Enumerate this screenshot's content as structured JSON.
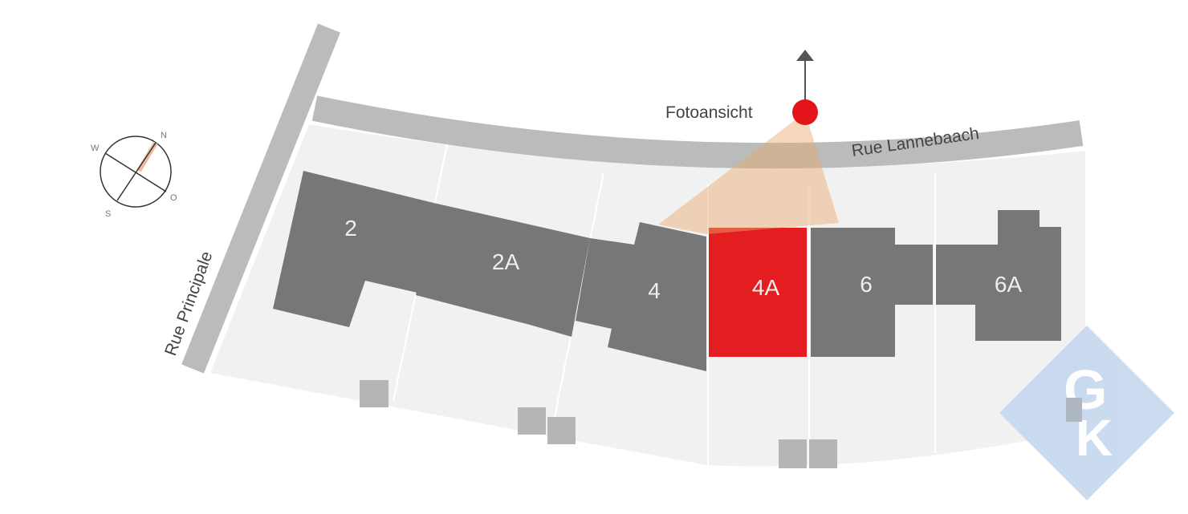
{
  "streets": {
    "north": "Rue Lannebaach",
    "west": "Rue Principale"
  },
  "viewpoint": {
    "label": "Fotoansicht",
    "color": "#e3151a"
  },
  "compass": {
    "n": "N",
    "w": "W",
    "s": "S",
    "o": "O"
  },
  "lots": [
    {
      "id": "2",
      "label": "2",
      "highlighted": false
    },
    {
      "id": "2A",
      "label": "2A",
      "highlighted": false
    },
    {
      "id": "4",
      "label": "4",
      "highlighted": false
    },
    {
      "id": "4A",
      "label": "4A",
      "highlighted": true
    },
    {
      "id": "6",
      "label": "6",
      "highlighted": false
    },
    {
      "id": "6A",
      "label": "6A",
      "highlighted": false
    }
  ],
  "colors": {
    "building": "#777777",
    "highlight": "#e41e20",
    "road": "#b9bcbb",
    "plot": "#f1f1f2",
    "view_cone": "#f0c8a0",
    "watermark": "#c5d8ee"
  },
  "watermark": {
    "text": "GK"
  }
}
